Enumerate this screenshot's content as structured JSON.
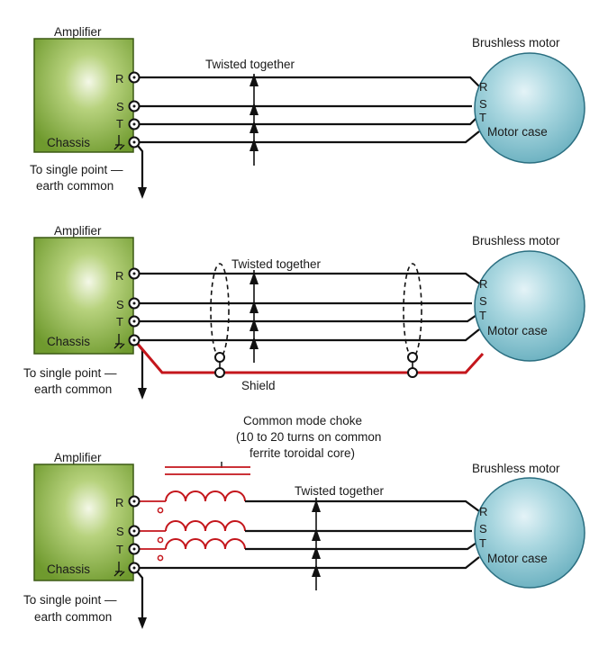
{
  "panels": [
    {
      "amplifier_label": "Amplifier",
      "motor_label": "Brushless motor",
      "pins": [
        "R",
        "S",
        "T"
      ],
      "chassis_label": "Chassis",
      "earth_label_line1": "To single point —",
      "earth_label_line2": "earth common",
      "twist_label": "Twisted together",
      "motor_pins": [
        "R",
        "S",
        "T"
      ],
      "motor_case_label": "Motor case"
    },
    {
      "amplifier_label": "Amplifier",
      "motor_label": "Brushless motor",
      "pins": [
        "R",
        "S",
        "T"
      ],
      "chassis_label": "Chassis",
      "earth_label_line1": "To single point —",
      "earth_label_line2": "earth common",
      "twist_label": "Twisted together",
      "motor_pins": [
        "R",
        "S",
        "T"
      ],
      "motor_case_label": "Motor case",
      "shield_label": "Shield"
    },
    {
      "amplifier_label": "Amplifier",
      "motor_label": "Brushless motor",
      "pins": [
        "R",
        "S",
        "T"
      ],
      "chassis_label": "Chassis",
      "earth_label_line1": "To single point —",
      "earth_label_line2": "earth common",
      "twist_label": "Twisted together",
      "motor_pins": [
        "R",
        "S",
        "T"
      ],
      "motor_case_label": "Motor case",
      "choke_label_line1": "Common mode choke",
      "choke_label_line2": "(10 to 20 turns on common",
      "choke_label_line3": "ferrite toroidal core)"
    }
  ],
  "colors": {
    "amplifier_fill": "#7ea83a",
    "motor_fill": "#8cc6d2",
    "shield": "#c4161c",
    "choke": "#c4161c",
    "wire": "#111111"
  }
}
